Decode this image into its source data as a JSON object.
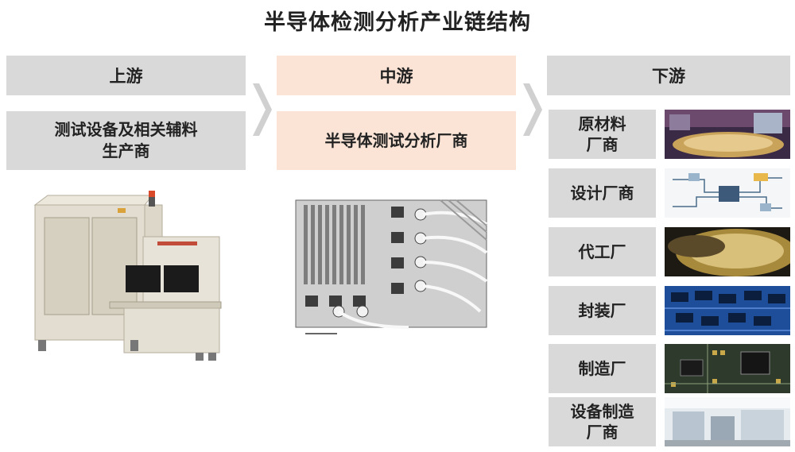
{
  "title": "半导体检测分析产业链结构",
  "upstream": {
    "header": "上游",
    "box_line1": "测试设备及相关辅料",
    "box_line2": "生产商"
  },
  "midstream": {
    "header": "中游",
    "box": "半导体测试分析厂商"
  },
  "downstream": {
    "header": "下游",
    "items": [
      {
        "line1": "原材料",
        "line2": "厂商",
        "image": "wafer-photo"
      },
      {
        "line1": "设计厂商",
        "line2": "",
        "image": "circuit-diagram-graphic"
      },
      {
        "line1": "代工厂",
        "line2": "",
        "image": "foundry-wafer-photo"
      },
      {
        "line1": "封装厂",
        "line2": "",
        "image": "packaged-chips-photo"
      },
      {
        "line1": "制造厂",
        "line2": "",
        "image": "circuit-board-photo"
      },
      {
        "line1": "设备制造",
        "line2": "厂商",
        "image": "equipment-cleanroom-photo"
      }
    ]
  },
  "images": {
    "upstream_equipment": "test-equipment-photo",
    "midstream_micrograph": "sem-micrograph-image"
  },
  "colors": {
    "header_grey": "#d9d9d9",
    "midstream_peach": "#fbe4d6",
    "chevron": "#d0d0d0"
  }
}
